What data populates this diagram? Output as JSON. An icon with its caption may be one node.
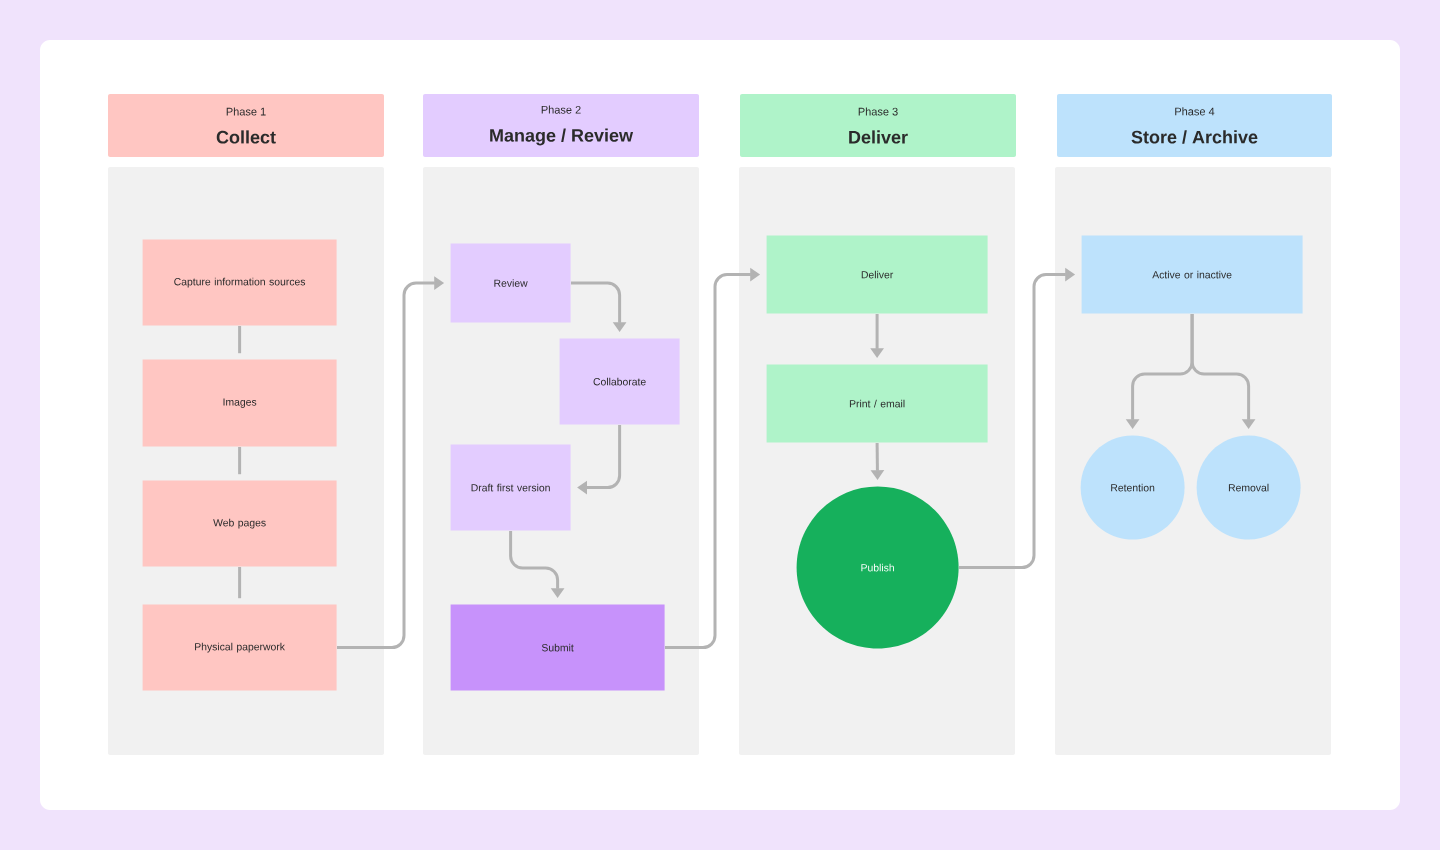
{
  "diagram": {
    "nodes": [
      {
        "text": [
          "Phase 1",
          "Collect"
        ]
      },
      {
        "text": [],
        "shape": "box"
      },
      {
        "text": [
          "Capture information sources"
        ],
        "in": 1
      },
      {
        "text": [
          "Images"
        ],
        "in": 1
      },
      {
        "text": [
          "Web pages"
        ],
        "in": 1
      },
      {
        "text": [
          "Physical paperwork"
        ],
        "in": 1
      },
      {
        "text": [
          "Phase 2",
          "Manage / Review"
        ]
      },
      {
        "text": [],
        "shape": "box"
      },
      {
        "text": [
          "Review"
        ],
        "in": 7
      },
      {
        "text": [
          "Collaborate"
        ],
        "in": 7
      },
      {
        "text": [
          "Draft first version"
        ],
        "in": 7
      },
      {
        "text": [
          "Submit"
        ],
        "in": 7
      },
      {
        "text": [
          "Phase 3",
          "Deliver"
        ]
      },
      {
        "text": [],
        "shape": "box"
      },
      {
        "text": [
          "Deliver"
        ],
        "in": 13
      },
      {
        "text": [
          "Print / email"
        ],
        "in": 13
      },
      {
        "text": [
          "Publish"
        ],
        "in": 13
      },
      {
        "text": [
          "Phase 4",
          "Store / Archive"
        ]
      },
      {
        "text": [],
        "shape": "box"
      },
      {
        "text": [
          "Active or inactive"
        ],
        "in": 18
      },
      {
        "text": [
          "Retention"
        ],
        "in": 18
      },
      {
        "text": [
          "Removal"
        ],
        "in": 18
      }
    ],
    "edges": [
      {
        "from": 2,
        "to": 3,
        "arrow": "none"
      },
      {
        "from": 3,
        "to": 4,
        "arrow": "none"
      },
      {
        "from": 4,
        "to": 5,
        "arrow": "none"
      },
      {
        "from": 5,
        "to": 8,
        "arrow": "to"
      },
      {
        "from": 8,
        "to": 9,
        "arrow": "to"
      },
      {
        "from": 9,
        "to": 10,
        "arrow": "to"
      },
      {
        "from": 10,
        "to": 11,
        "arrow": "to"
      },
      {
        "from": 11,
        "to": 14,
        "arrow": "to"
      },
      {
        "from": 14,
        "to": 15,
        "arrow": "to"
      },
      {
        "from": 15,
        "to": 16,
        "arrow": "to"
      },
      {
        "from": 16,
        "to": 19,
        "arrow": "to"
      },
      {
        "from": 19,
        "to": 20,
        "arrow": "to"
      },
      {
        "from": 19,
        "to": 21,
        "arrow": "to"
      }
    ]
  }
}
